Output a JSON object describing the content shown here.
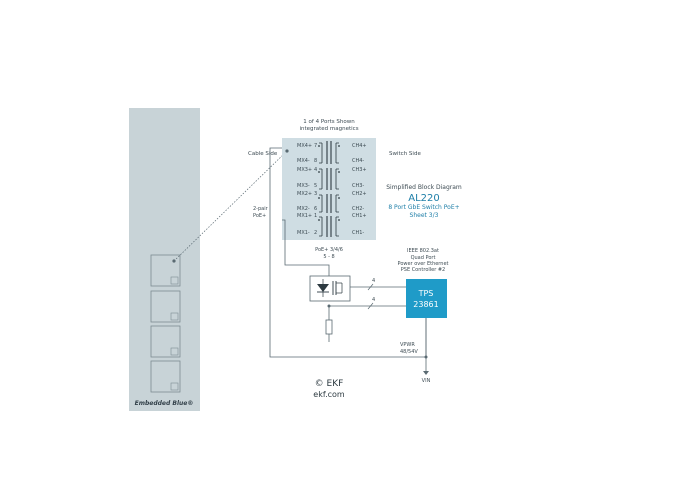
{
  "header": {
    "line1": "1 of 4 Ports Shown",
    "line2": "integrated magnetics"
  },
  "side_labels": {
    "cable_side": "Cable Side",
    "switch_side": "Switch Side"
  },
  "pin_labels": {
    "mx4p": "MX4+",
    "n7": "7",
    "mx4m": "MX4-",
    "n8": "8",
    "mx3p": "MX3+",
    "n4": "4",
    "mx3m": "MX3-",
    "n5": "5",
    "mx2p": "MX2+",
    "n3": "3",
    "mx2m": "MX2-",
    "n6": "6",
    "mx1p": "MX1+",
    "n1": "1",
    "mx1m": "MX1-",
    "n2": "2"
  },
  "ch_labels": {
    "ch4p": "CH4+",
    "ch4m": "CH4-",
    "ch3p": "CH3+",
    "ch3m": "CH3-",
    "ch2p": "CH2+",
    "ch2m": "CH2-",
    "ch1p": "CH1+",
    "ch1m": "CH1-"
  },
  "title_block": {
    "caption": "Simplified Block Diagram",
    "model": "AL220",
    "subtitle": "8 Port GbE Switch PoE+",
    "sheet": "Sheet 3/3"
  },
  "pair": {
    "line1": "2-pair",
    "line2": "PoE+"
  },
  "poe_pins": {
    "line1": "PoE+ 3/4/6",
    "line2": "5 - 8"
  },
  "ieee": {
    "line1": "IEEE 802.3at",
    "line2": "Quad Port",
    "line3": "Power over Ethernet",
    "line4": "PSE Controller #2"
  },
  "chip": {
    "name": "TPS",
    "number": "23861"
  },
  "bus": {
    "width_top": "4",
    "width_bottom": "4"
  },
  "supply": {
    "vpwr": "VPWR",
    "voltage": "48/54V",
    "vin": "VIN"
  },
  "brand": {
    "copyright": "© EKF",
    "url": "ekf.com"
  },
  "panel": {
    "label": "Embedded Blue®"
  },
  "colors": {
    "panel": "#c8d3d7",
    "line": "#5a6a72",
    "chip": "#1f9bc8",
    "transformer": "#cfdde3",
    "text": "#3d4b53"
  }
}
